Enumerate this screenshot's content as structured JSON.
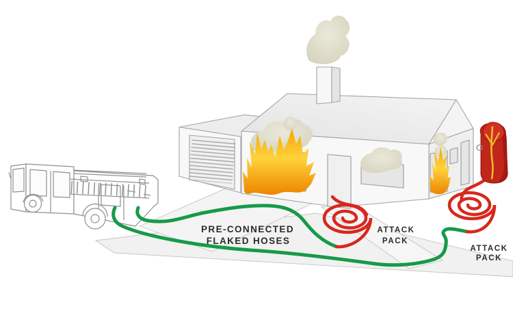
{
  "diagram": {
    "scene": "fire-engine-supplying-pre-connected-flaked-hoses-to-attack-packs-at-burning-house",
    "labels": {
      "preconnected_line1": "Pre-connected",
      "preconnected_line2": "flaked hoses",
      "attack_pack_left_line1": "Attack",
      "attack_pack_left_line2": "Pack",
      "attack_pack_right_line1": "Attack",
      "attack_pack_right_line2": "Pack"
    },
    "colors": {
      "hose_supply_green": "#179a49",
      "hose_attack_red": "#d7281e",
      "flame_top_orange": "#f5a300",
      "flame_yellow": "#ffd23a",
      "flame_deep_orange": "#ed8500",
      "smoke_light": "#eae8d9",
      "smoke_dark": "#d3d1ba",
      "bag_red": "#c1261b",
      "bag_strap_yellow": "#eebc2a",
      "label_text": "#2b2b2b",
      "outline_gray": "#9a9a9a"
    }
  }
}
